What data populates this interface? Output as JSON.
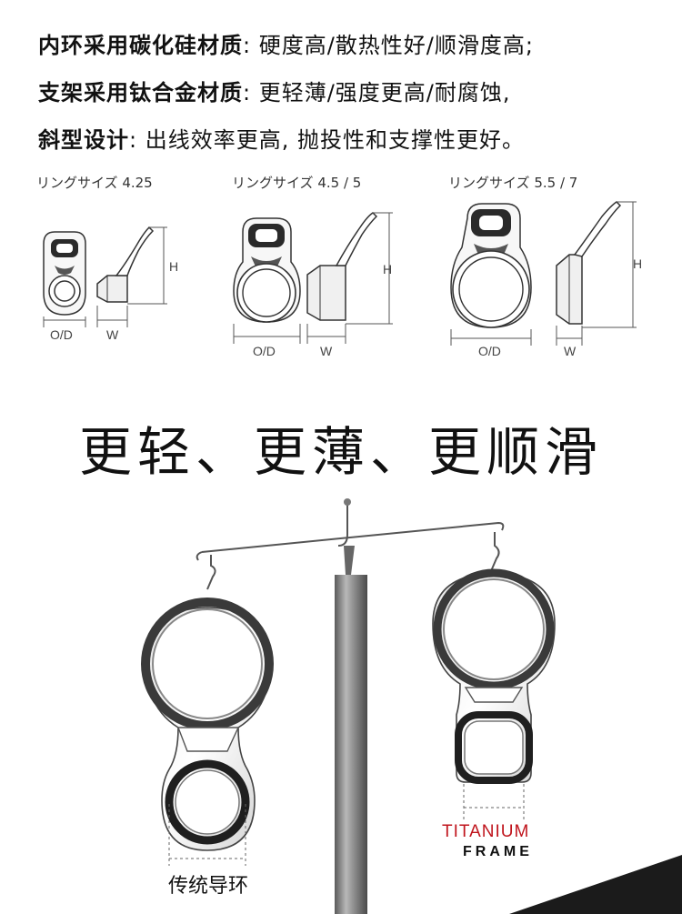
{
  "specs": [
    {
      "label": "内环采用碳化硅材质",
      "sep": ":",
      "value": " 硬度高/散热性好/顺滑度高;"
    },
    {
      "label": "支架采用钛合金材质",
      "sep": ":",
      "value": " 更轻薄/强度更高/耐腐蚀,"
    },
    {
      "label": "斜型设计",
      "sep": ":",
      "value": " 出线效率更高, 抛投性和支撑性更好。"
    }
  ],
  "diagrams": [
    {
      "size_label": "リングサイズ 4.25",
      "od_label": "O/D",
      "w_label": "W"
    },
    {
      "size_label": "リングサイズ 4.5 / 5",
      "od_label": "O/D",
      "w_label": "W",
      "h_label": "H"
    },
    {
      "size_label": "リングサイズ 5.5 / 7",
      "od_label": "O/D",
      "w_label": "W",
      "h_label": "H"
    }
  ],
  "first_h_label": "H",
  "headline": "更轻、更薄、更顺滑",
  "compare": {
    "left_caption": "传统导环",
    "right_top": "TITANIUM",
    "right_bottom": "FRAME"
  },
  "colors": {
    "accent_red": "#c0151d",
    "frame_dark": "#2a2a2a",
    "metal": "#8a8a8a"
  }
}
